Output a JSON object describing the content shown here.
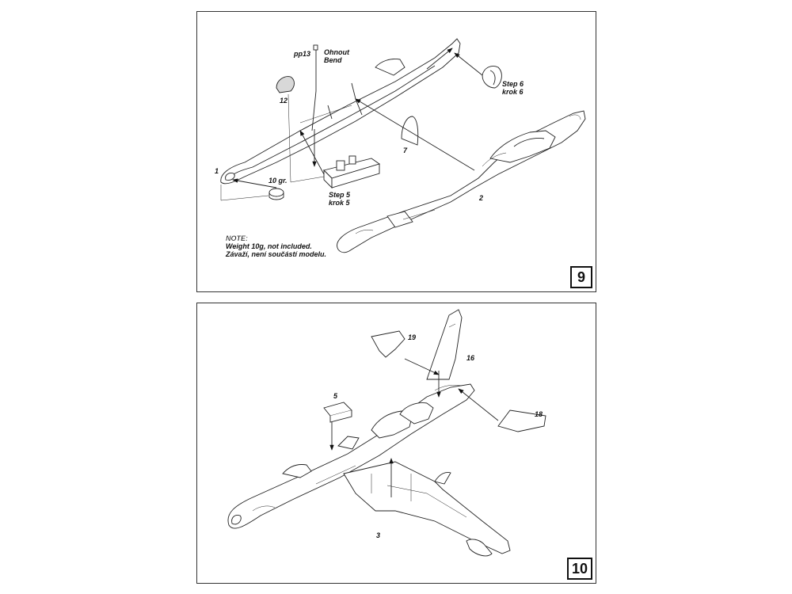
{
  "step9": {
    "number": "9",
    "labels": {
      "part1": "1",
      "part2": "2",
      "part7": "7",
      "part12": "12",
      "pp13": "pp13",
      "bend_cz": "Ohnout",
      "bend_en": "Bend",
      "weight": "10 gr.",
      "step5_en": "Step 5",
      "step5_cz": "krok 5",
      "step6_en": "Step 6",
      "step6_cz": "krok 6"
    },
    "note": {
      "heading": "NOTE:",
      "line1": "Weight 10g, not included.",
      "line2": "Závaží, není součástí modelu."
    }
  },
  "step10": {
    "number": "10",
    "labels": {
      "part3": "3",
      "part5": "5",
      "part16": "16",
      "part18": "18",
      "part19": "19"
    }
  }
}
